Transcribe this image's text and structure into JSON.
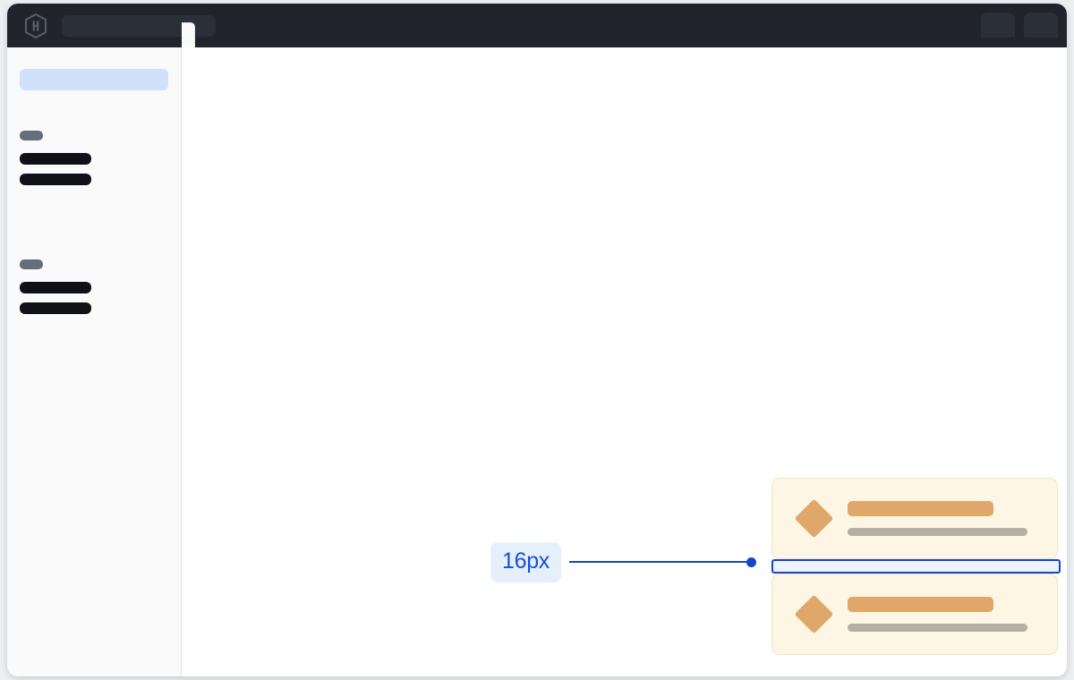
{
  "window": {
    "name": "app-window"
  },
  "header": {
    "logo_icon": "hashicorp-hexagon-logo-icon",
    "search": {
      "name": "header-search-input",
      "value": "",
      "placeholder": ""
    },
    "right_controls": [
      {
        "name": "header-action-chip-1",
        "label": ""
      },
      {
        "name": "header-action-chip-2",
        "label": ""
      }
    ]
  },
  "sidebar": {
    "active_item": {
      "label": ""
    },
    "divider_tab": {
      "name": "sidebar-collapse-tab",
      "label": ""
    },
    "groups": [
      {
        "label": "",
        "items": [
          {
            "label": ""
          },
          {
            "label": ""
          }
        ]
      },
      {
        "label": "",
        "items": [
          {
            "label": ""
          },
          {
            "label": ""
          }
        ]
      }
    ]
  },
  "main": {
    "cards": [
      {
        "icon": "diamond-icon",
        "title": "",
        "subtitle": ""
      },
      {
        "icon": "diamond-icon",
        "title": "",
        "subtitle": ""
      }
    ],
    "measurement": {
      "value": "16px",
      "property": "gap",
      "badge_text_color": "#1650d6",
      "badge_bg_color": "#e6effc",
      "highlight_border_color": "#1346c8",
      "highlight_fill_color": "#ecf2fe",
      "leader_color": "#1346c8"
    }
  },
  "colors": {
    "header_bg": "#21242c",
    "sidebar_bg": "#fafafa",
    "canvas_bg": "#ffffff",
    "page_bg": "#eceef1",
    "card_bg": "#fdf6e4",
    "card_border": "#f6e3bc",
    "card_accent": "#dfa86a",
    "card_muted": "#b3b0a6",
    "sidebar_active": "#cfe1fb",
    "skeleton_dark": "#0f1116",
    "skeleton_gray": "#686d7b"
  }
}
